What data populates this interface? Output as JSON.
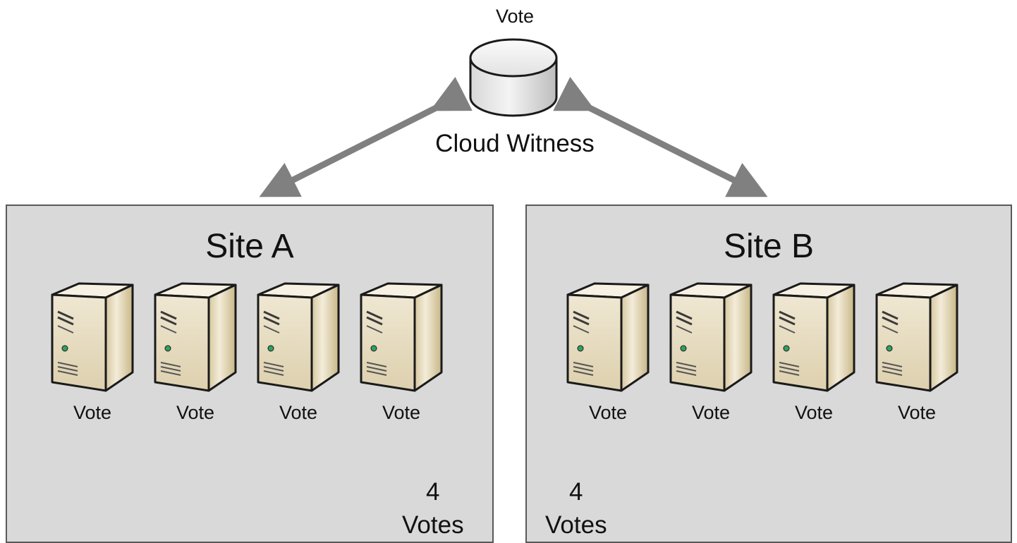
{
  "witness": {
    "vote_label": "Vote",
    "name": "Cloud Witness",
    "icon": "database-cylinder-icon"
  },
  "sites": [
    {
      "title": "Site A",
      "servers": [
        {
          "label": "Vote",
          "icon": "server-tower-icon"
        },
        {
          "label": "Vote",
          "icon": "server-tower-icon"
        },
        {
          "label": "Vote",
          "icon": "server-tower-icon"
        },
        {
          "label": "Vote",
          "icon": "server-tower-icon"
        }
      ],
      "total_count": "4",
      "total_unit": "Votes"
    },
    {
      "title": "Site B",
      "servers": [
        {
          "label": "Vote",
          "icon": "server-tower-icon"
        },
        {
          "label": "Vote",
          "icon": "server-tower-icon"
        },
        {
          "label": "Vote",
          "icon": "server-tower-icon"
        },
        {
          "label": "Vote",
          "icon": "server-tower-icon"
        }
      ],
      "total_count": "4",
      "total_unit": "Votes"
    }
  ],
  "colors": {
    "arrow": "#808080",
    "site_fill": "#d9d9d9",
    "server_front": "#e9dfc6",
    "server_side": "#c9b98f",
    "server_top": "#f4efe1"
  }
}
